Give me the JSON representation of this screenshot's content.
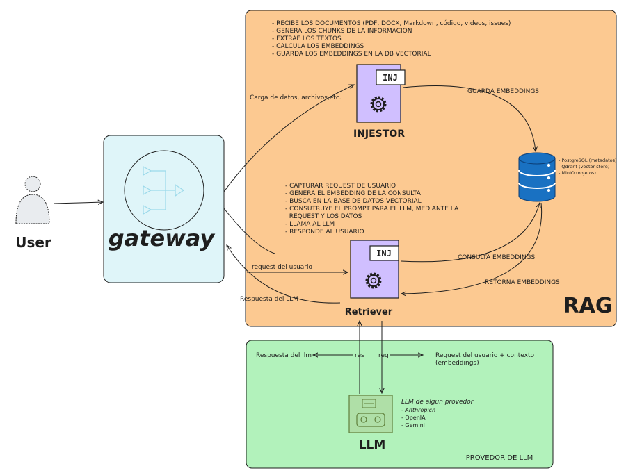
{
  "colors": {
    "rag_fill": "#fcc991",
    "gateway_fill": "#dff5f9",
    "llm_fill": "#b2f2bb",
    "component_fill": "#d0bfff",
    "db_fill": "#1971c2"
  },
  "user": {
    "label": "User",
    "icon": "user-icon"
  },
  "gateway": {
    "label": "gateway",
    "icon": "router-icon"
  },
  "rag": {
    "label": "RAG",
    "ingestor_notes": [
      "- RECIBE LOS DOCUMENTOS (PDF, DOCX, Markdown, código, videos, issues)",
      "- GENERA LOS CHUNKS DE LA INFORMACION",
      "- EXTRAE LOS TEXTOS",
      "- CALCULA LOS EMBEDDINGS",
      "- GUARDA LOS EMBEDDINGS EN LA DB VECTORIAL"
    ],
    "injestor": {
      "label": "INJESTOR",
      "tag": "INJ",
      "icon": "gear-icon"
    },
    "retriever_notes": [
      "- CAPTURAR REQUEST DE USUARIO",
      "- GENERA EL EMBEDDING DE LA CONSULTA",
      "- BUSCA EN LA BASE DE DATOS VECTORIAL",
      "- CONSUTRUYE EL PROMPT PARA EL LLM, MEDIANTE LA",
      "  REQUEST Y LOS DATOS",
      "- LLAMA AL LLM",
      "- RESPONDE AL USUARIO"
    ],
    "retriever": {
      "label": "Retriever",
      "tag": "INJ",
      "icon": "gear-icon"
    },
    "db_notes": [
      "- PostgreSQL (metadatos)",
      "- Qdrant (vector store)",
      "- MinIO (objetos)"
    ],
    "db_icon": "database-icon"
  },
  "arrows": {
    "carga": "Carga de datos, archivos,etc.",
    "guarda": "GUARDA EMBEDDINGS",
    "request_usuario": "request del usuario",
    "respuesta_llm": "Respuesta del LLM",
    "consulta": "CONSULTA EMBEDDINGS",
    "retorna": "RETORNA EMBEDDINGS",
    "res": "res",
    "req": "req",
    "respuesta_llm_lower": "Respuesta del llm",
    "request_contexto_1": "Request del usuario + contexto",
    "request_contexto_2": "(embeddings)"
  },
  "provider": {
    "label": "PROVEDOR DE LLM",
    "llm_label": "LLM",
    "llm_icon": "robot-icon",
    "notes": [
      "LLM de algun provedor",
      "- Anthropich",
      "- OpenIA",
      "- Gemini"
    ]
  }
}
